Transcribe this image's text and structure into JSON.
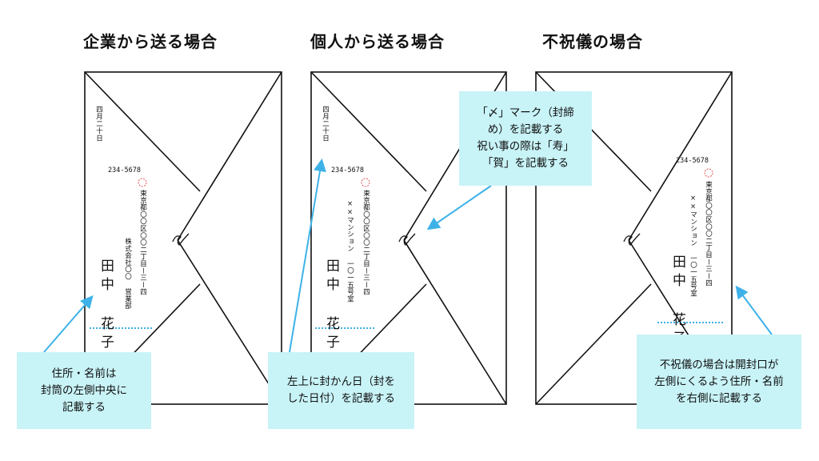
{
  "titles": {
    "corporate": "企業から送る場合",
    "personal": "個人から送る場合",
    "condolence": "不祝儀の場合"
  },
  "envelopes": {
    "corporate": {
      "date": "四月二十日",
      "postal": "234-5678",
      "address": "東京都〇〇区〇〇二丁目ー三ー四",
      "company": "株式会社〇〇 営業部",
      "name": "田中 花子"
    },
    "personal": {
      "date": "四月二十日",
      "postal": "234-5678",
      "address": "東京都〇〇区〇〇二丁目ー三ー四",
      "building": "××マンション 一〇一五号室",
      "name": "田中 花子"
    },
    "condolence": {
      "postal": "234-5678",
      "address": "東京都〇〇区〇〇二丁目ー三ー四",
      "building": "××マンション 一〇一五号室",
      "name": "田中 花子"
    }
  },
  "callouts": {
    "name_position": "住所・名前は\n封筒の左側中央に\n記載する",
    "seal_date": "左上に封かん日（封を\nした日付）を記載する",
    "seal_mark": "「〆」マーク（封締\nめ）を記載する\n祝い事の際は「寿」\n「賀」を記載する",
    "condolence_note": "不祝儀の場合は開封口が\n左側にくるよう住所・名前\nを右側に記載する"
  },
  "colors": {
    "callout_bg": "#c8f3f7",
    "arrow": "#3db2e8",
    "postmark": "#e05050",
    "underline": "#3db2e8"
  }
}
